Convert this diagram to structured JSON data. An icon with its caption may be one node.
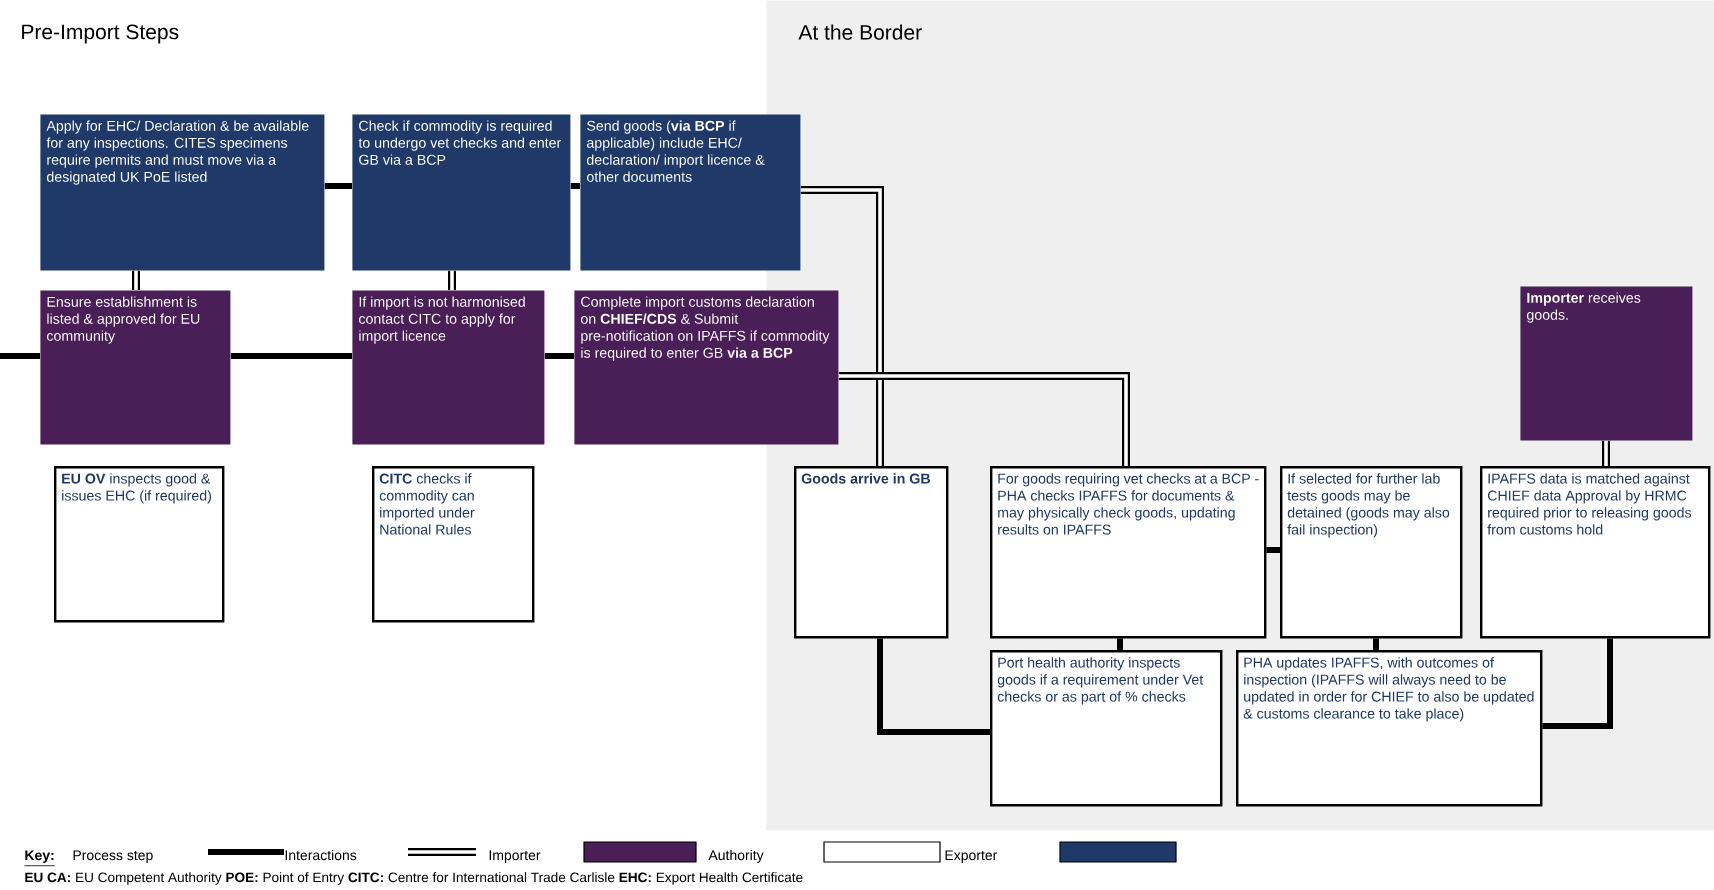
{
  "diagram": {
    "nodes": [
      {
        "text": [
          "At the Border"
        ]
      },
      {
        "text": [
          "Apply for EHC/ Declaration & be available for any inspections. CITES specimens require permits and must move via a designated UK PoE listed"
        ]
      },
      {
        "text": [
          "Check if commodity is required to undergo vet checks and enter GB via a BCP"
        ]
      },
      {
        "text": [
          "Send goods (**via BCP** if applicable) include EHC/ declaration/ import licence & other documents"
        ]
      },
      {
        "text": [
          "Ensure establishment is listed & approved for EU community"
        ]
      },
      {
        "text": [
          "If import is not harmonised contact CITC to apply for import licence"
        ]
      },
      {
        "text": [
          "Complete import customs declaration on **CHIEF/CDS** & Submit pre-notification on IPAFFS if commodity is required to enter GB **via a BCP**"
        ]
      },
      {
        "text": [
          "**EU OV** inspects good & issues EHC (if required)"
        ]
      },
      {
        "text": [
          "**CITC** checks if commodity can imported under National Rules"
        ]
      },
      {
        "text": [
          "Goods arrive in GB"
        ],
        "in": 0
      },
      {
        "text": [
          "For goods requiring vet checks at a BCP - PHA checks IPAFFS for documents & may physically check goods, updating results on IPAFFS"
        ],
        "in": 0
      },
      {
        "text": [
          "If selected for further lab tests goods may be detained (goods may also fail inspection)"
        ],
        "in": 0
      },
      {
        "text": [
          "IPAFFS data is matched against CHIEF data Approval by HRMC required prior to releasing goods from customs hold"
        ],
        "in": 0
      },
      {
        "text": [
          "**Importer** receives goods."
        ],
        "in": 0
      },
      {
        "text": [
          "Port health authority inspects goods if a requirement under Vet checks or as part of % checks"
        ],
        "in": 0
      },
      {
        "text": [
          "PHA updates IPAFFS, with outcomes of inspection (IPAFFS will always need to be updated in order for CHIEF to also be updated & customs clearance to take place)"
        ],
        "in": 0
      }
    ],
    "edges": [
      {
        "from": 1,
        "to": 2,
        "arrow": "none"
      },
      {
        "from": 2,
        "to": 3,
        "arrow": "none"
      },
      {
        "from": 4,
        "to": 5,
        "arrow": "none"
      },
      {
        "from": 5,
        "to": 6,
        "arrow": "none"
      },
      {
        "from": null,
        "to": 4,
        "arrow": "none"
      },
      {
        "from": 1,
        "to": 4,
        "arrow": "none"
      },
      {
        "from": 2,
        "to": 5,
        "arrow": "none"
      },
      {
        "from": 3,
        "to": 9,
        "arrow": "none"
      },
      {
        "from": 6,
        "to": 10,
        "arrow": "none"
      },
      {
        "from": 10,
        "to": 11,
        "arrow": "none"
      },
      {
        "from": 9,
        "to": 14,
        "arrow": "none"
      },
      {
        "from": 10,
        "to": 14,
        "arrow": "none"
      },
      {
        "from": 11,
        "to": 15,
        "arrow": "none"
      },
      {
        "from": 12,
        "to": 15,
        "arrow": "none"
      },
      {
        "from": 13,
        "to": 12,
        "arrow": "none"
      }
    ],
    "labels": [
      "Pre-Import Steps",
      "Key:",
      "**EU CA:** EU Competent Authority **POE:** Point of Entry **CITC:** Centre for International Trade Carlisle **EHC:** Export Health Certificate"
    ],
    "legend": [
      {
        "text": "Process step"
      },
      {
        "text": "Interactions"
      },
      {
        "text": "Importer",
        "color": "#4a1e57"
      },
      {
        "text": "Authority"
      },
      {
        "text": "Exporter",
        "color": "#1f3a68"
      }
    ]
  }
}
